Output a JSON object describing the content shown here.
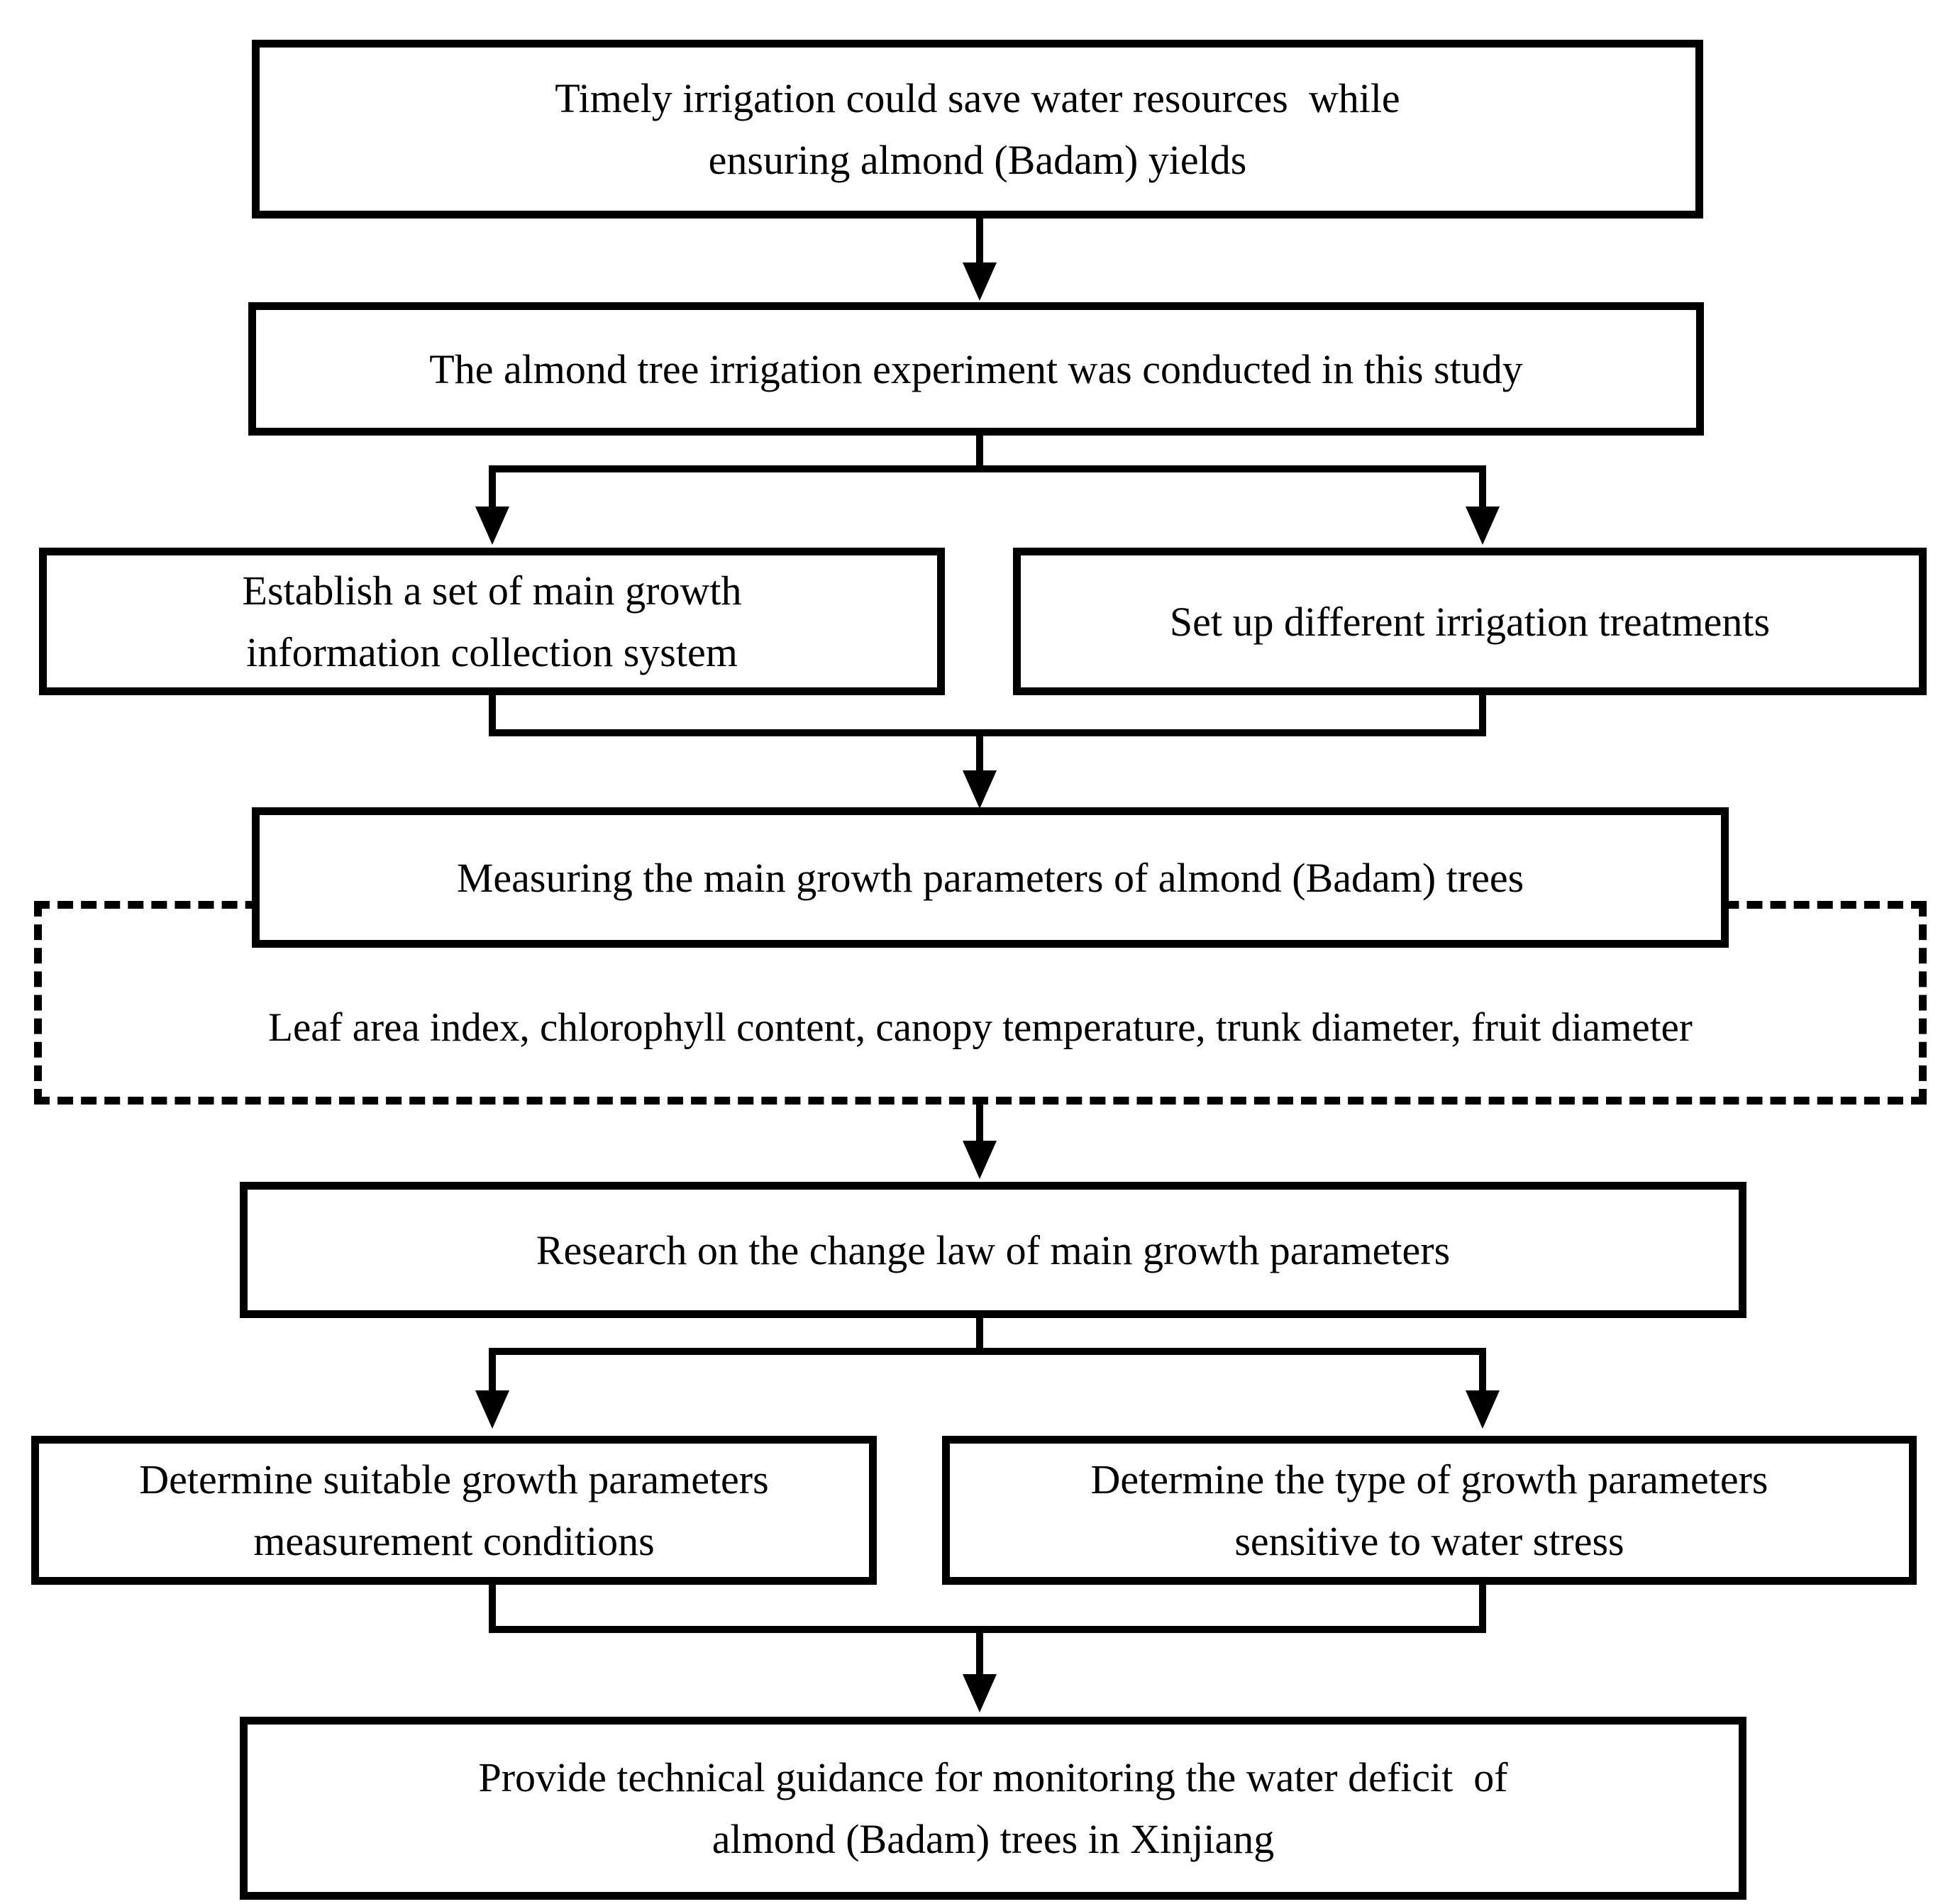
{
  "diagram": {
    "title": "Almond (Badam) irrigation research flowchart",
    "colors": {
      "line": "#000000",
      "background": "#ffffff",
      "text": "#000000"
    },
    "nodes": {
      "premise": {
        "lines": [
          "Timely irrigation could save water resources  while",
          "ensuring almond (Badam) yields"
        ]
      },
      "experiment": {
        "lines": [
          "The almond tree irrigation experiment was conducted in this study"
        ]
      },
      "collection_system": {
        "lines": [
          "Establish a set of main growth",
          "information collection system"
        ]
      },
      "irrigation_treatments": {
        "lines": [
          "Set up different irrigation treatments"
        ]
      },
      "measuring": {
        "lines": [
          "Measuring the main growth parameters of almond (Badam) trees"
        ]
      },
      "parameters": {
        "lines": [
          "Leaf area index, chlorophyll content, canopy temperature, trunk diameter, fruit diameter"
        ]
      },
      "research": {
        "lines": [
          "Research on the change law of main growth parameters"
        ]
      },
      "conditions": {
        "lines": [
          "Determine suitable growth parameters",
          "measurement conditions"
        ]
      },
      "sensitivity": {
        "lines": [
          "Determine the type of growth parameters",
          "sensitive to water stress"
        ]
      },
      "guidance": {
        "lines": [
          "Provide technical guidance for monitoring the water deficit  of",
          "almond (Badam) trees in Xinjiang"
        ]
      }
    }
  }
}
